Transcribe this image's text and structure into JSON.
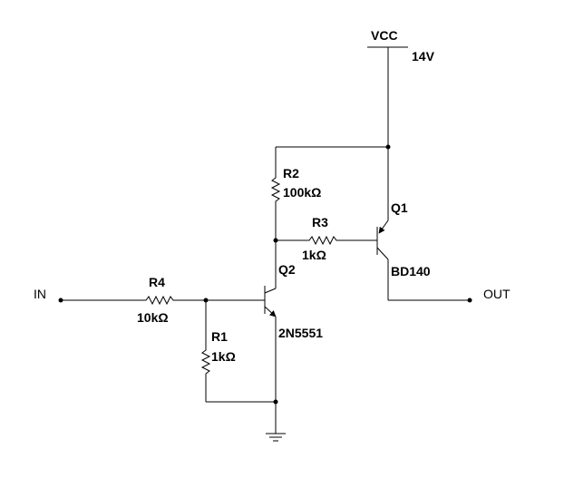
{
  "supply": {
    "name": "VCC",
    "voltage": "14V"
  },
  "terminals": {
    "input": "IN",
    "output": "OUT"
  },
  "resistors": {
    "r1": {
      "ref": "R1",
      "value": "1kΩ"
    },
    "r2": {
      "ref": "R2",
      "value": "100kΩ"
    },
    "r3": {
      "ref": "R3",
      "value": "1kΩ"
    },
    "r4": {
      "ref": "R4",
      "value": "10kΩ"
    }
  },
  "transistors": {
    "q1": {
      "ref": "Q1",
      "part": "BD140",
      "type": "PNP"
    },
    "q2": {
      "ref": "Q2",
      "part": "2N5551",
      "type": "NPN"
    }
  },
  "ground": {
    "symbol": "ground-icon"
  }
}
